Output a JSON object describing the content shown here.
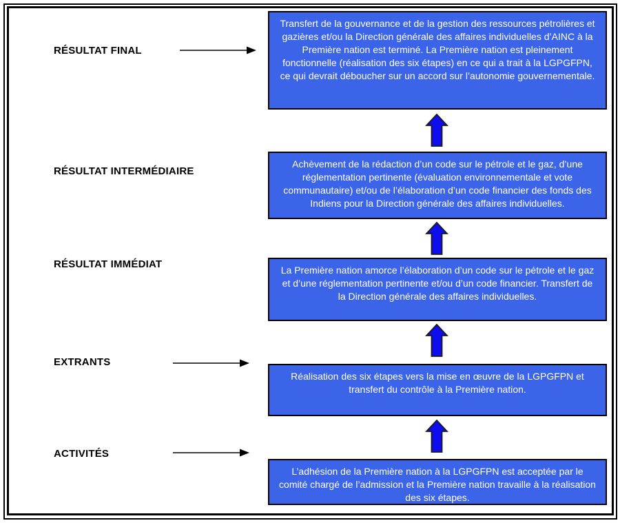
{
  "diagram": {
    "flow_direction": "bottom-to-top",
    "rows": [
      {
        "label": "RÉSULTAT FINAL",
        "has_connector_arrow": true,
        "box_text": "Transfert de la gouvernance et de la gestion des ressources pétrolières et gazières et/ou la Direction générale des affaires individuelles d’AINC à la Première nation est terminé. La Première nation est pleinement fonctionnelle (réalisation des six étapes) en ce qui a trait à la LGPGFPN, ce qui devrait déboucher sur un accord sur l’autonomie gouvernementale."
      },
      {
        "label": "RÉSULTAT INTERMÉDIAIRE",
        "has_connector_arrow": false,
        "box_text": "Achèvement de la rédaction d’un code sur le pétrole et le gaz, d’une réglementation pertinente (évaluation environnementale et vote communautaire) et/ou de l’élaboration d’un code financier des fonds des Indiens pour la Direction générale des affaires individuelles."
      },
      {
        "label": "RÉSULTAT IMMÉDIAT",
        "has_connector_arrow": false,
        "box_text": "La Première nation amorce l’élaboration d’un code sur le pétrole et le gaz et d’une réglementation pertinente et/ou d’un code financier. Transfert de la Direction générale des affaires individuelles."
      },
      {
        "label": "EXTRANTS",
        "has_connector_arrow": true,
        "box_text": "Réalisation des six étapes vers la mise en œuvre de la LGPGFPN et transfert du contrôle à la Première nation."
      },
      {
        "label": "ACTIVITÉS",
        "has_connector_arrow": true,
        "box_text": "L’adhésion de la Première nation à la LGPGFPN est acceptée par le comité chargé de l’admission et la Première nation travaille à la réalisation des six étapes."
      }
    ],
    "colors": {
      "background": "#FFFFFF",
      "frame_border": "#000000",
      "box_fill": "#3C64E8",
      "box_border": "#000000",
      "box_text": "#FFFFFF",
      "label_text": "#000000",
      "up_arrow_fill": "#0D0DEE",
      "up_arrow_outline": "#1A1A1A",
      "connector_arrow": "#000000"
    }
  }
}
